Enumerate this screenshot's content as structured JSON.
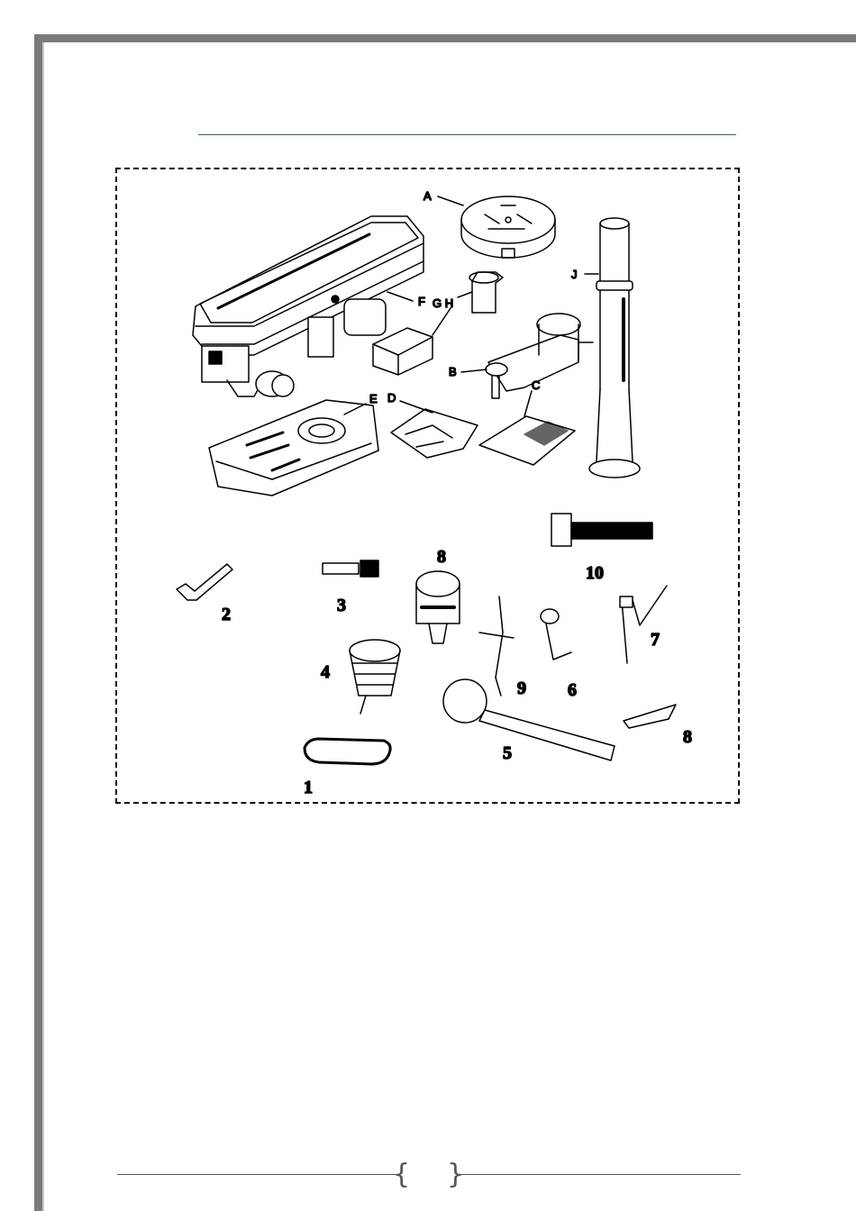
{
  "figure": {
    "callouts": {
      "a": "A",
      "b": "B",
      "c": "C",
      "d": "D",
      "e": "E",
      "f": "F",
      "gh": "G H",
      "j": "J"
    },
    "numbers": {
      "n1": "1",
      "n2": "2",
      "n3": "3",
      "n4": "4",
      "n5": "5",
      "n6": "6",
      "n7": "7",
      "n8_top": "8",
      "n8_bottom": "8",
      "n9": "9",
      "n10": "10"
    }
  },
  "footer": {
    "page_number": ""
  }
}
